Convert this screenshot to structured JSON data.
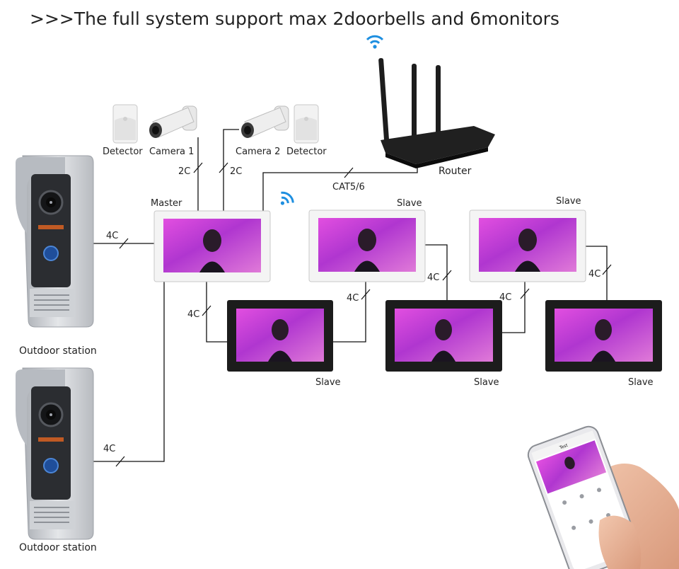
{
  "title": ">>>The full system support max 2doorbells and 6monitors",
  "labels": {
    "detector_left": "Detector",
    "camera1": "Camera 1",
    "camera2": "Camera 2",
    "detector_right": "Detector",
    "router": "Router",
    "cat": "CAT5/6",
    "master": "Master",
    "slave_top_mid": "Slave",
    "slave_top_right": "Slave",
    "slave_bottom_1": "Slave",
    "slave_bottom_2": "Slave",
    "slave_bottom_3": "Slave",
    "outdoor_1": "Outdoor station",
    "outdoor_2": "Outdoor station"
  },
  "wire_labels": {
    "cam1_2c": "2C",
    "cam2_2c": "2C",
    "door1_4c": "4C",
    "door2_4c": "4C",
    "master_slave_4c": "4C",
    "slave_b1_4c": "4C",
    "slave_top_mid_4c": "4C",
    "slave_b2_4c": "4C",
    "slave_top_right_4c": "4C"
  },
  "phone": {
    "app_title": "Test"
  },
  "colors": {
    "wifi": "#1e8fe0",
    "wire": "#111111",
    "monitor_white": "#f4f4f4",
    "monitor_black": "#1c1c1c",
    "screen_magenta": "#d63ad8",
    "doorbell_silver": "#c9ccd1"
  }
}
